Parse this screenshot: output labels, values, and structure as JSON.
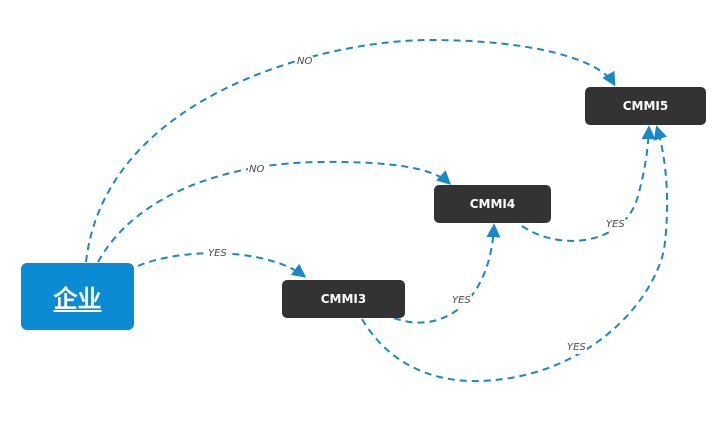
{
  "diagram": {
    "colors": {
      "edge": "#1a87c7",
      "root_fill": "#0b8bd3",
      "node_fill": "#333333",
      "node_text": "#ffffff",
      "label_text": "#4a4a4a"
    },
    "nodes": {
      "root": {
        "label": "企业"
      },
      "cmmi3": {
        "label": "CMMI3"
      },
      "cmmi4": {
        "label": "CMMI4"
      },
      "cmmi5": {
        "label": "CMMI5"
      }
    },
    "edges": [
      {
        "from": "root",
        "to": "cmmi5",
        "label": "NO"
      },
      {
        "from": "root",
        "to": "cmmi4",
        "label": "NO"
      },
      {
        "from": "root",
        "to": "cmmi3",
        "label": "YES"
      },
      {
        "from": "cmmi3",
        "to": "cmmi4",
        "label": "YES"
      },
      {
        "from": "cmmi4",
        "to": "cmmi5",
        "label": "YES"
      },
      {
        "from": "cmmi3",
        "to": "cmmi5",
        "label": "YES"
      }
    ]
  }
}
